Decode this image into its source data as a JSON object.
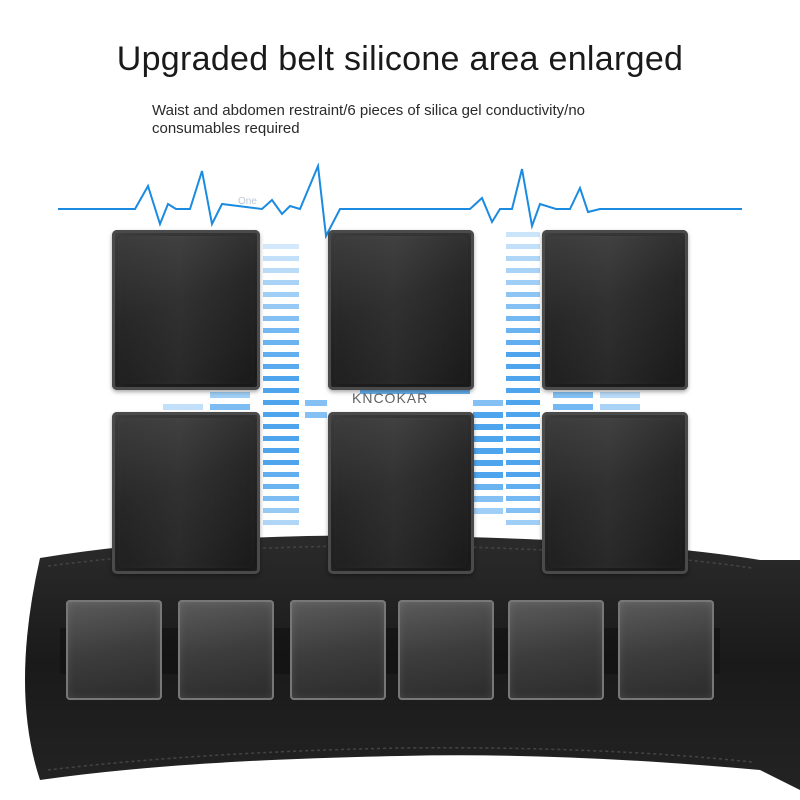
{
  "header": {
    "title": "Upgraded belt silicone area enlarged",
    "subtitle": "Waist and abdomen restraint/6 pieces of silica gel conductivity/no consumables required"
  },
  "product": {
    "brand_watermark": "KNCOKAR",
    "corner_watermark": "One",
    "large_pad_count": 6,
    "belt_pad_count": 6
  },
  "colors": {
    "accent_blue": "#1a8be0",
    "pad_dark": "#1c1c1c",
    "belt": "#1e1e1e"
  },
  "icons": [
    "heartbeat-line",
    "equalizer-bars"
  ]
}
